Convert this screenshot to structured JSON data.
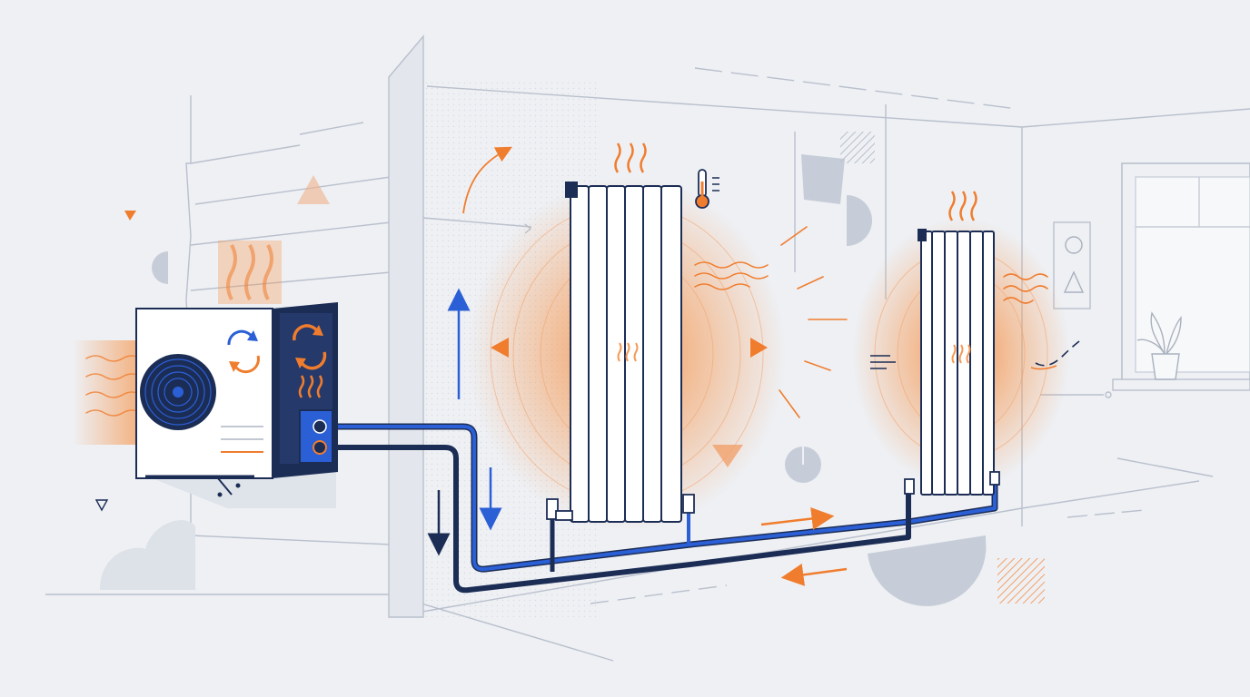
{
  "colors": {
    "background": "#eef0f4",
    "wall_line": "#b9c0cc",
    "navy": "#1c2d55",
    "supply_pipe": "#2b5fd6",
    "return_pipe": "#1c2d55",
    "heat": "#f07d2e",
    "radiator_body": "#ffffff"
  },
  "icons": {
    "heat_pump": "outdoor-heat-pump-unit",
    "cycle": "refresh-cycle-icon",
    "heat_waves": "heat-wave-icon",
    "thermometer": "thermometer-icon",
    "plant": "potted-plant-icon",
    "window": "window-icon"
  },
  "components": {
    "outdoor_unit": "heat-pump",
    "radiators": 2,
    "pipes": [
      "supply",
      "return"
    ]
  }
}
